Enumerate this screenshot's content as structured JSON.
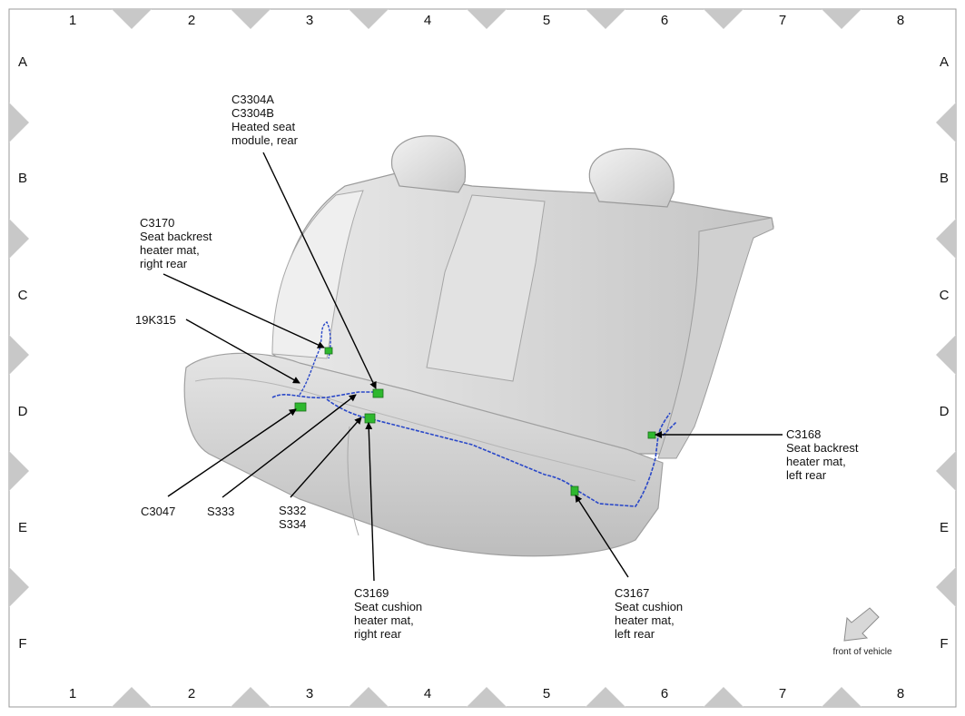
{
  "grid": {
    "columns": [
      "1",
      "2",
      "3",
      "4",
      "5",
      "6",
      "7",
      "8"
    ],
    "rows": [
      "A",
      "B",
      "C",
      "D",
      "E",
      "F"
    ]
  },
  "callouts": {
    "c3304": [
      "C3304A",
      "C3304B",
      "Heated seat",
      "module, rear"
    ],
    "c3170": [
      "C3170",
      "Seat backrest",
      "heater mat,",
      "right rear"
    ],
    "k315": [
      "19K315"
    ],
    "c3047": [
      "C3047"
    ],
    "s333": [
      "S333"
    ],
    "s332": [
      "S332",
      "S334"
    ],
    "c3169": [
      "C3169",
      "Seat cushion",
      "heater mat,",
      "right rear"
    ],
    "c3167": [
      "C3167",
      "Seat cushion",
      "heater mat,",
      "left rear"
    ],
    "c3168": [
      "C3168",
      "Seat backrest",
      "heater mat,",
      "left rear"
    ]
  },
  "front_indicator": {
    "label": "front of vehicle",
    "icon": "front-arrow-icon"
  },
  "colors": {
    "wire": "#2a48c8",
    "connector": "#2eb82e",
    "marker": "#c8c8c8"
  }
}
